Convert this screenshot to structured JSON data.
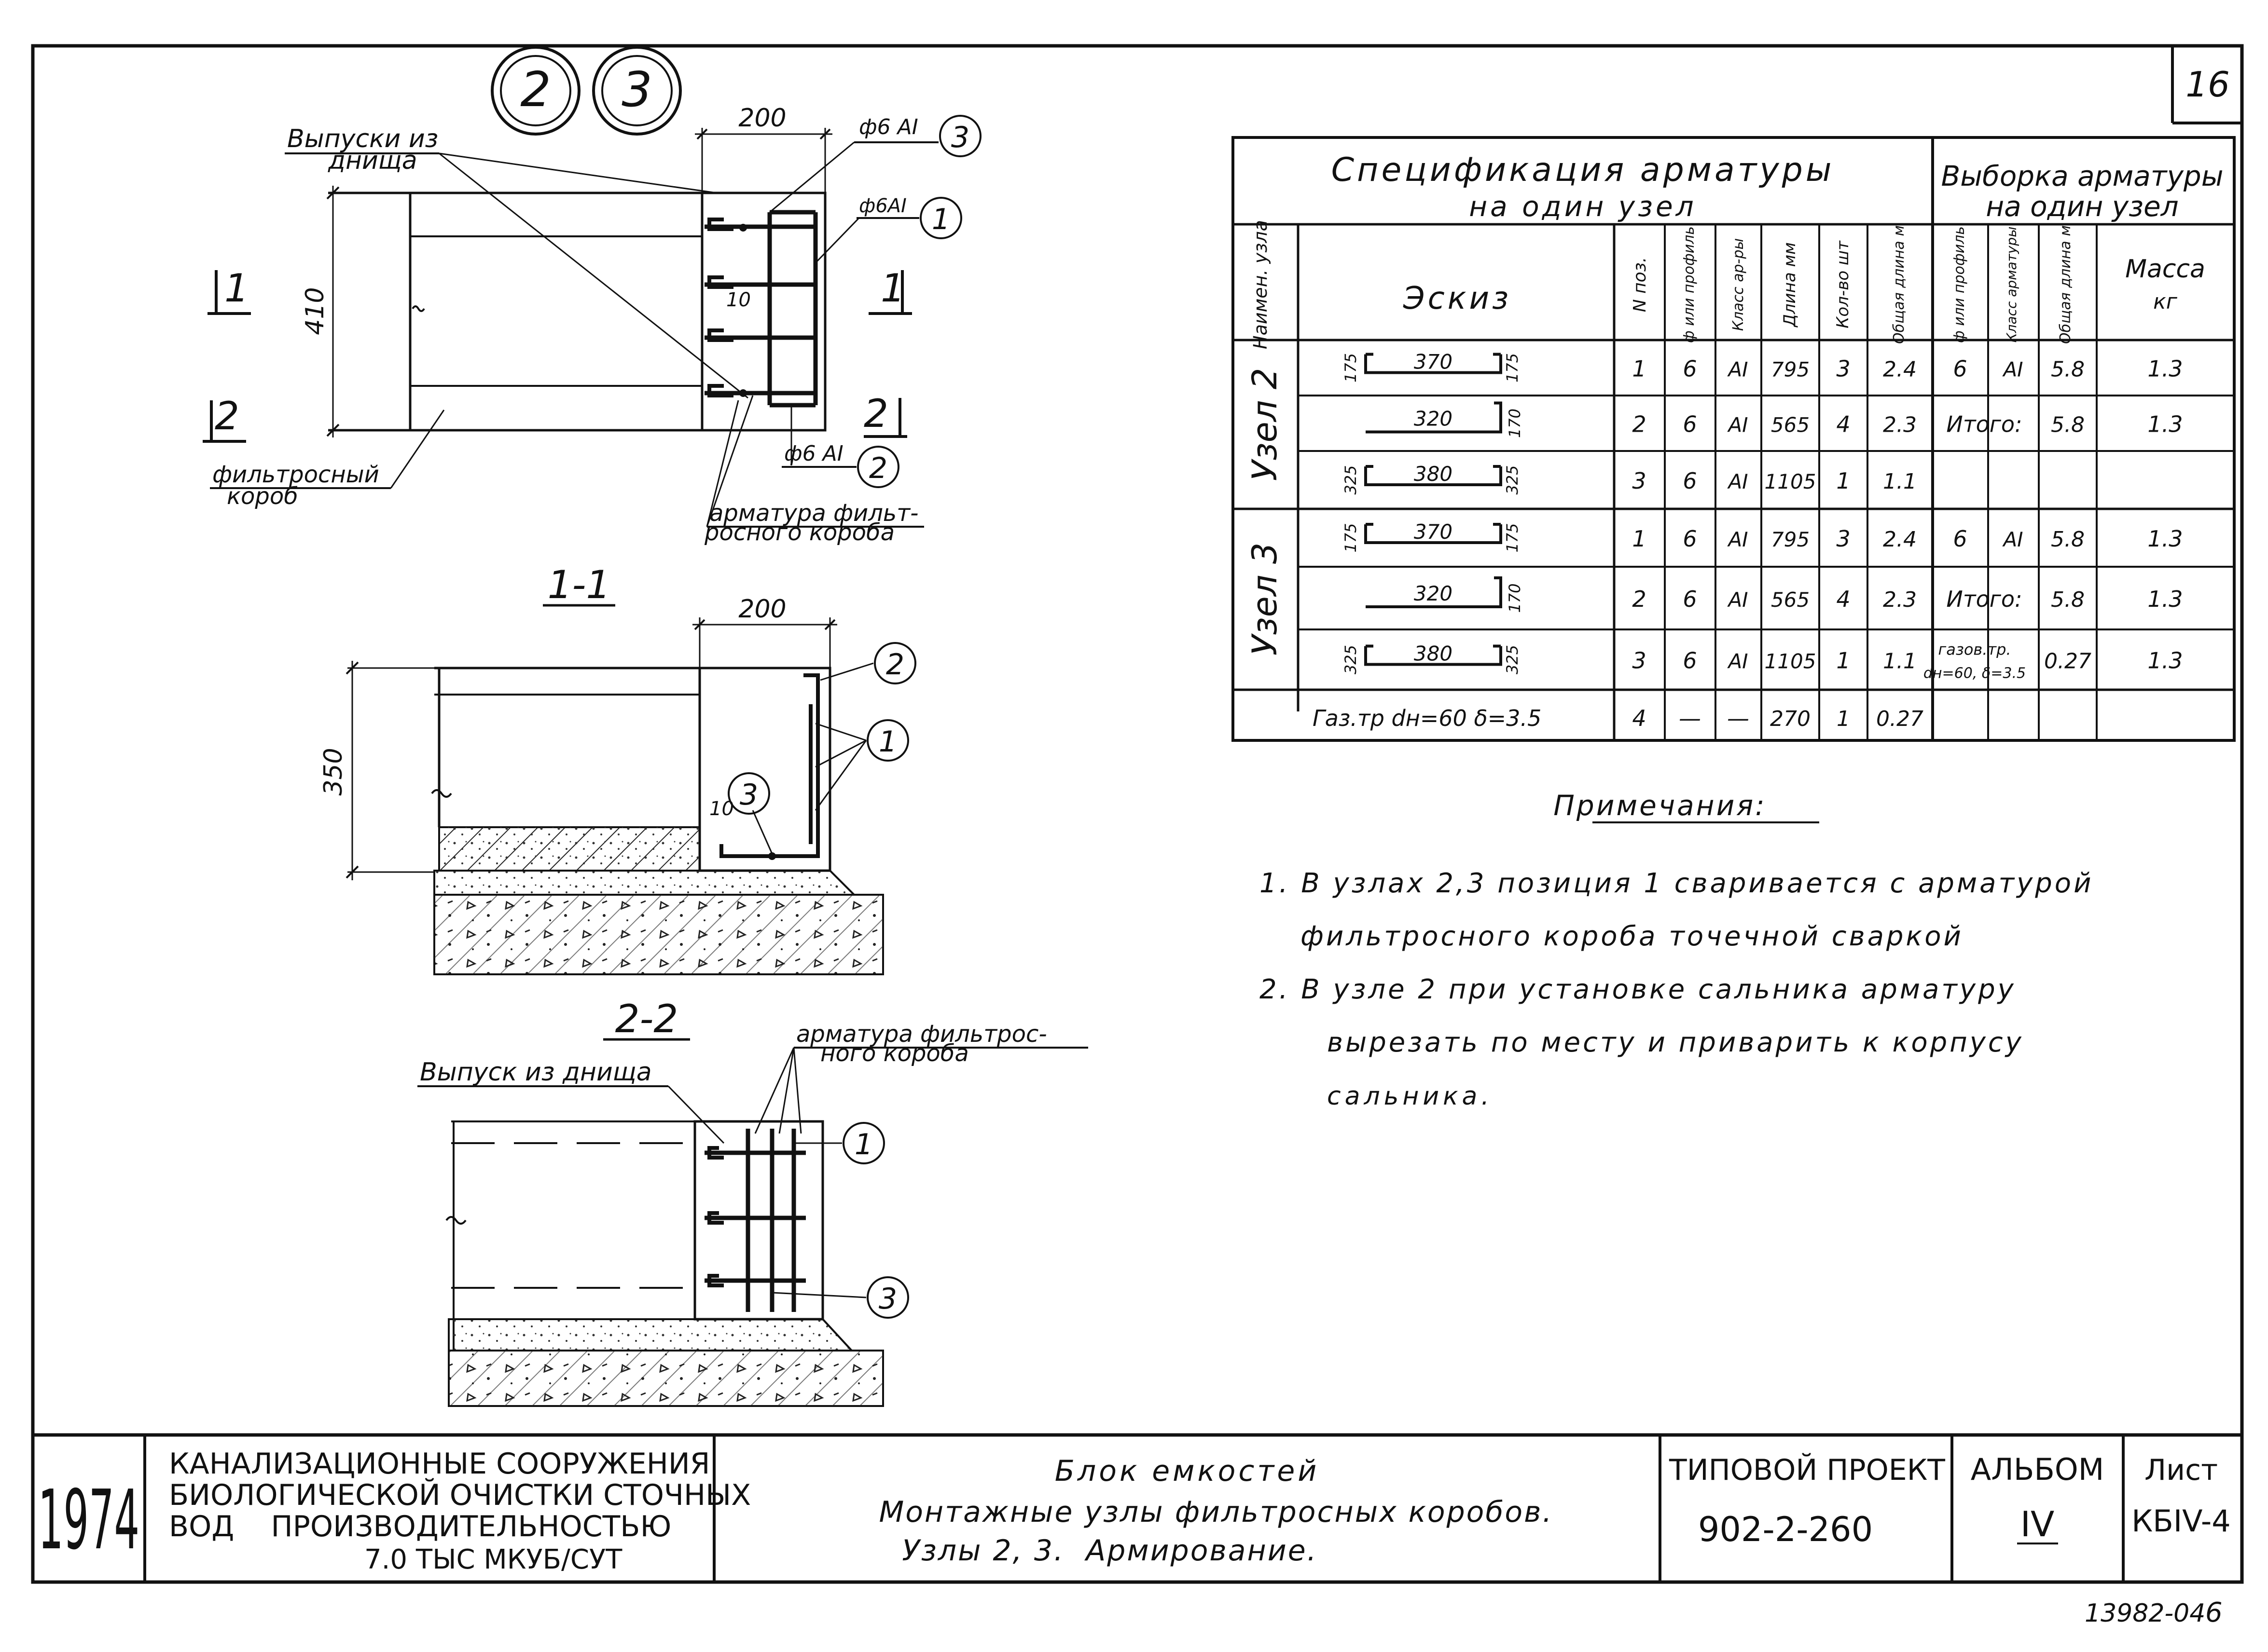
{
  "sheet": {
    "number": "16",
    "footer_code": "13982-04",
    "footer_mark": "6"
  },
  "node_markers": [
    "2",
    "3"
  ],
  "plan_view": {
    "label_outlets": "Выпуски из",
    "label_outlets_2": "днища",
    "dim_top": "200",
    "dim_side": "410",
    "dim_inner": "10",
    "call_3": "ф6 АI",
    "call_1": "ф6АI",
    "call_2": "ф6 АI",
    "pos_3": "3",
    "pos_1": "1",
    "pos_2": "2",
    "section_1": "1",
    "section_2": "2",
    "label_box": "фильтросный",
    "label_box_2": "короб",
    "label_rebar": "арматура фильт-",
    "label_rebar_2": "росного короба"
  },
  "section_11": {
    "title": "1-1",
    "dim_top": "200",
    "dim_side": "350",
    "dim_inner": "10",
    "pos_2": "2",
    "pos_1": "1",
    "pos_3": "3"
  },
  "section_22": {
    "title": "2-2",
    "label_outlet": "Выпуск из днища",
    "label_rebar": "арматура фильтрос-",
    "label_rebar_2": "ного короба",
    "pos_1": "1",
    "pos_3": "3"
  },
  "spec_table": {
    "title_1": "Спецификация арматуры",
    "title_2": "на один узел",
    "sel_title_1": "Выборка арматуры",
    "sel_title_2": "на один узел",
    "headers": {
      "node": "Наимен. узла",
      "sketch": "Эскиз",
      "pos": "N поз.",
      "diam": "ф или профиль",
      "cls": "Класс ар-ры",
      "len": "Длина мм",
      "qty": "Кол-во шт",
      "total": "Общая длина м",
      "s_diam": "ф или профиль",
      "s_cls": "Класс арматуры",
      "s_total": "Общая длина м",
      "s_mass": "Масса кг"
    },
    "group_2": "Узел 2",
    "group_3": "Узел 3",
    "rows": [
      {
        "sk": "370",
        "sk_l": "175",
        "sk_r": "175",
        "pos": "1",
        "d": "6",
        "cls": "АI",
        "len": "795",
        "qty": "3",
        "tot": "2.4",
        "sd": "6",
        "scls": "АI",
        "stot": "5.8",
        "mass": "1.3"
      },
      {
        "sk": "320",
        "sk_l": "",
        "sk_r": "170",
        "pos": "2",
        "d": "6",
        "cls": "АI",
        "len": "565",
        "qty": "4",
        "tot": "2.3",
        "sd": "Итого:",
        "scls": "",
        "stot": "5.8",
        "mass": "1.3"
      },
      {
        "sk": "380",
        "sk_l": "325",
        "sk_r": "325",
        "pos": "3",
        "d": "6",
        "cls": "АI",
        "len": "1105",
        "qty": "1",
        "tot": "1.1",
        "sd": "",
        "scls": "",
        "stot": "",
        "mass": ""
      },
      {
        "sk": "370",
        "sk_l": "175",
        "sk_r": "175",
        "pos": "1",
        "d": "6",
        "cls": "АI",
        "len": "795",
        "qty": "3",
        "tot": "2.4",
        "sd": "6",
        "scls": "АI",
        "stot": "5.8",
        "mass": "1.3"
      },
      {
        "sk": "320",
        "sk_l": "",
        "sk_r": "170",
        "pos": "2",
        "d": "6",
        "cls": "АI",
        "len": "565",
        "qty": "4",
        "tot": "2.3",
        "sd": "Итого:",
        "scls": "",
        "stot": "5.8",
        "mass": "1.3"
      },
      {
        "sk": "380",
        "sk_l": "325",
        "sk_r": "325",
        "pos": "3",
        "d": "6",
        "cls": "АI",
        "len": "1105",
        "qty": "1",
        "tot": "1.1",
        "sd": "газов.тр.",
        "sd2": "dн=60, δ=3.5",
        "scls": "",
        "stot": "0.27",
        "mass": "1.3"
      }
    ],
    "pipe_row": {
      "name": "Газ.тр dн=60 δ=3.5",
      "pos": "4",
      "d": "—",
      "cls": "—",
      "len": "270",
      "qty": "1",
      "tot": "0.27"
    }
  },
  "notes": {
    "title": "Примечания:",
    "lines": [
      "1. В узлах 2,3 позиция 1 сваривается с арматурой",
      "фильтросного короба точечной сваркой",
      "2.  В узле 2 при установке сальника арматуру",
      "вырезать по месту и приварить к корпусу",
      "сальника."
    ]
  },
  "title_block": {
    "year": "1974",
    "org_1": "КАНАЛИЗАЦИОННЫЕ СООРУЖЕНИЯ",
    "org_2": "БИОЛОГИЧЕСКОЙ ОЧИСТКИ СТОЧНЫХ",
    "org_3": "ВОД    ПРОИЗВОДИТЕЛЬНОСТЬЮ",
    "org_4": "7.0 ТЫС МКУБ/СУТ",
    "title_1": "Блок емкостей",
    "title_2": "Монтажные узлы фильтросных коробов.",
    "title_3": "Узлы 2, 3.  Армирование.",
    "project_label": "ТИПОВОЙ ПРОЕКТ",
    "project_no": "902-2-260",
    "album_label": "АЛЬБОМ",
    "album_no": "IV",
    "sheet_label": "Лист",
    "sheet_code": "КБIV-4"
  }
}
